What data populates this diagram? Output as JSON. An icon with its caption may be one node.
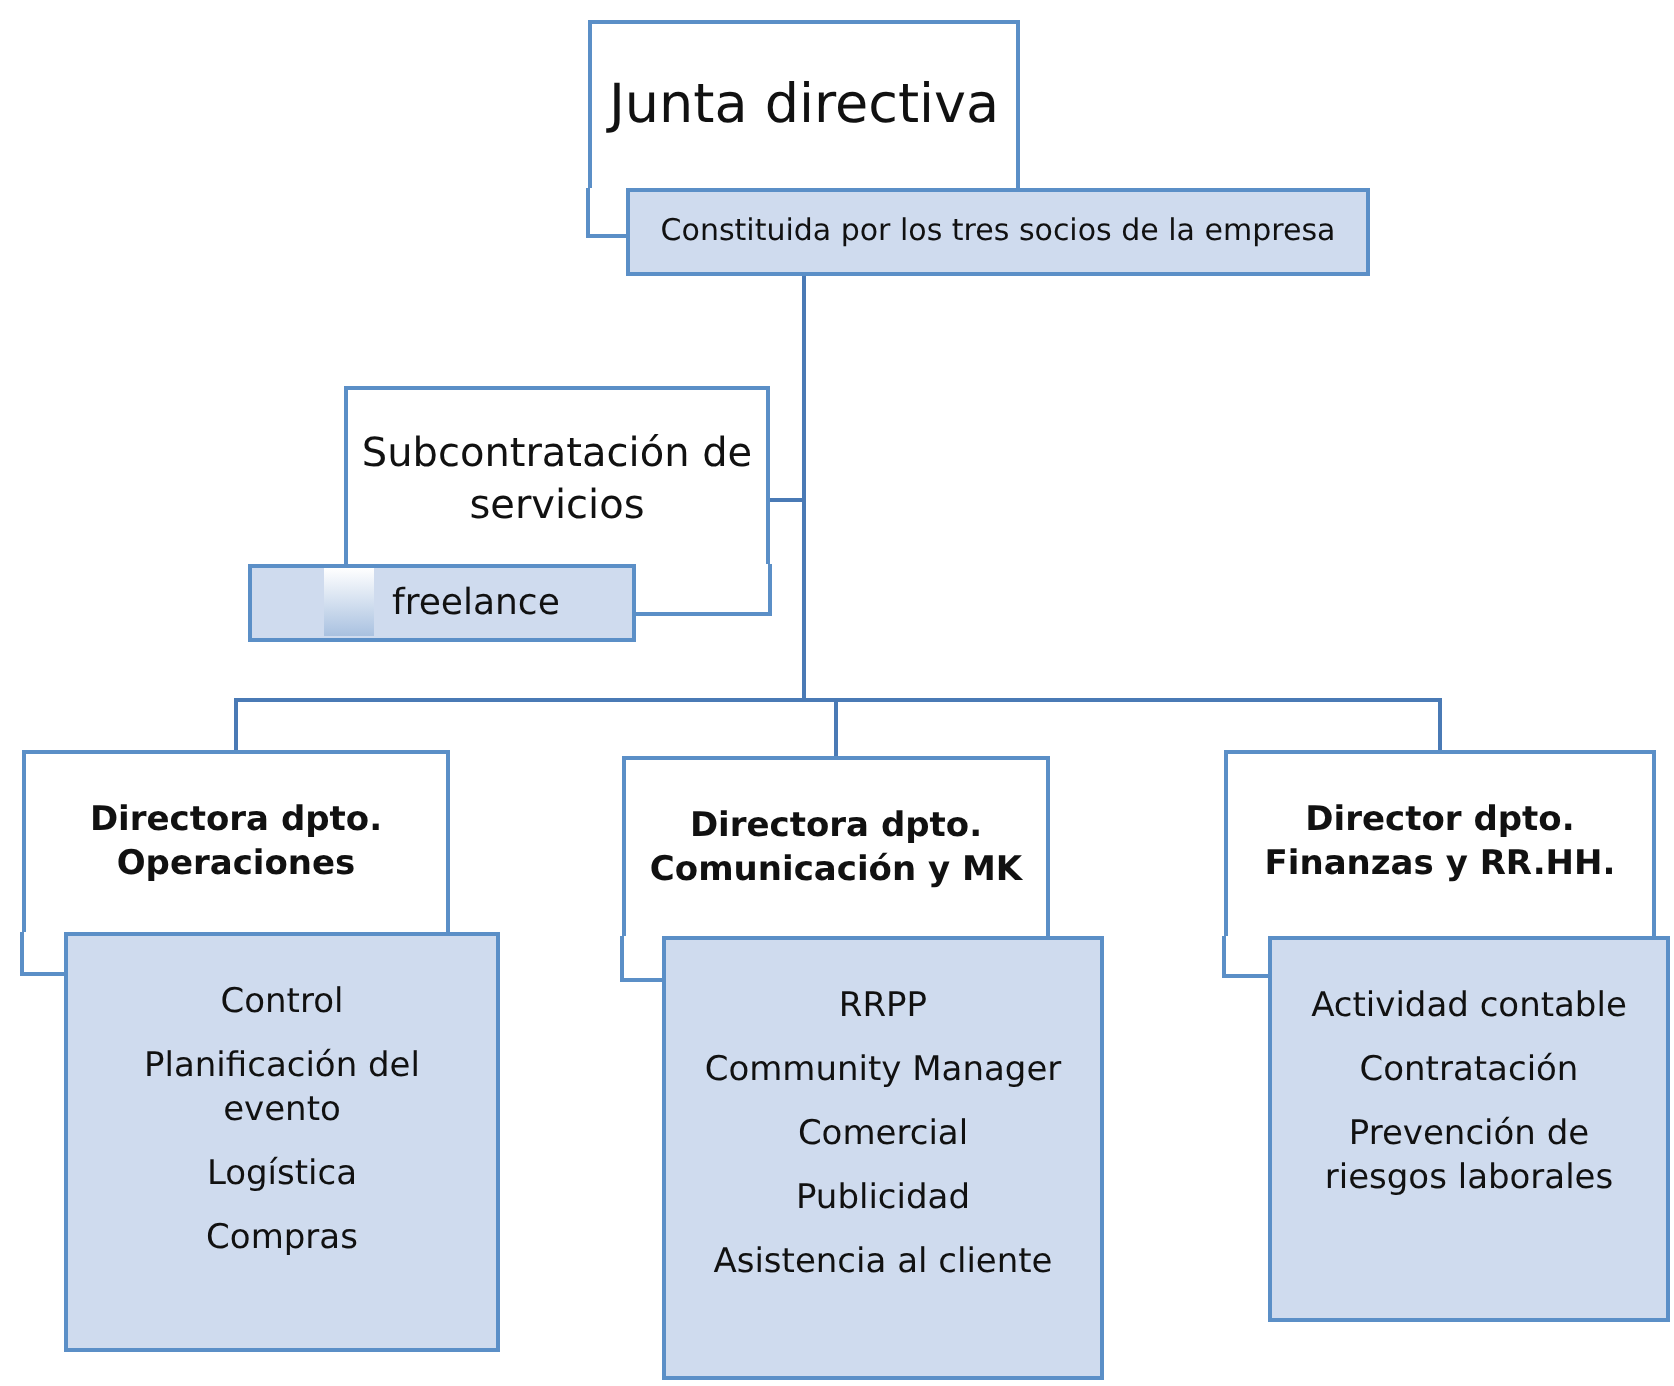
{
  "diagram": {
    "nodes": [
      {
        "text": [
          "Junta directiva"
        ]
      },
      {
        "text": [
          "Constituida por los tres socios de la empresa"
        ]
      },
      {
        "text": [
          "Subcontratación de servicios"
        ]
      },
      {
        "text": [
          "freelance"
        ]
      },
      {
        "text": [
          "Directora dpto. Operaciones"
        ]
      },
      {
        "text": [
          "Control",
          "Planificación del evento",
          "Logística",
          "Compras"
        ]
      },
      {
        "text": [
          "Directora dpto. Comunicación  y MK"
        ]
      },
      {
        "text": [
          "RRPP",
          "Community Manager",
          "Comercial",
          "Publicidad",
          "Asistencia al cliente"
        ]
      },
      {
        "text": [
          "Director dpto. Finanzas y RR.HH."
        ]
      },
      {
        "text": [
          "Actividad contable",
          "Contratación",
          "Prevención de riesgos laborales"
        ]
      }
    ],
    "edges": [
      {
        "from": 1,
        "to": 2,
        "arrow": "none"
      },
      {
        "from": 1,
        "to": 4,
        "arrow": "none"
      },
      {
        "from": 1,
        "to": 6,
        "arrow": "none"
      },
      {
        "from": 1,
        "to": 8,
        "arrow": "none"
      }
    ]
  }
}
